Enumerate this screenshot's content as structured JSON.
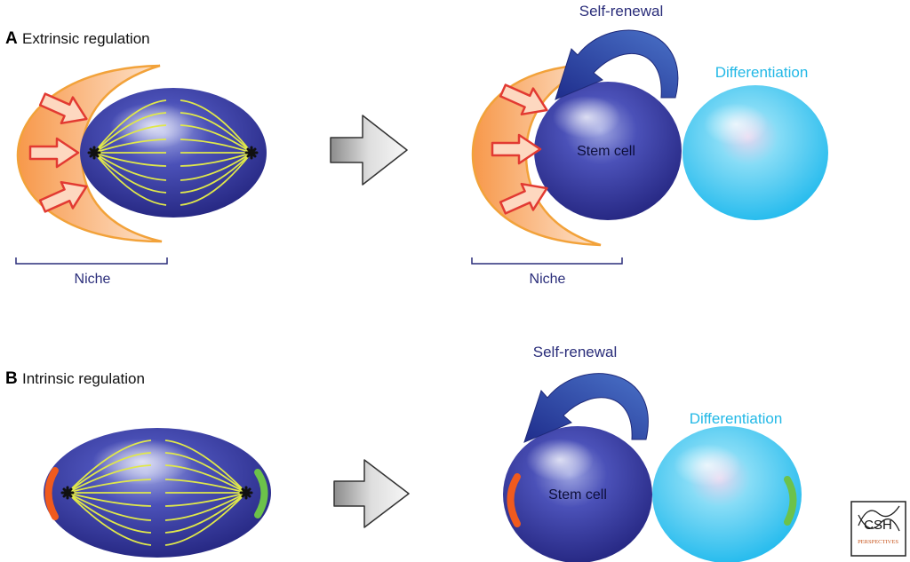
{
  "panel_a": {
    "letter": "A",
    "title": "Extrinsic regulation",
    "niche_label_left": "Niche",
    "niche_label_right": "Niche",
    "self_renewal": "Self-renewal",
    "differentiation": "Differentiation",
    "stem_cell": "Stem cell"
  },
  "panel_b": {
    "letter": "B",
    "title": "Intrinsic regulation",
    "self_renewal": "Self-renewal",
    "differentiation": "Differentiation",
    "stem_cell": "Stem cell"
  },
  "logo": {
    "main": "CSH",
    "sub": "PERSPECTIVES"
  },
  "colors": {
    "stem_cell": "#2a2b8f",
    "differentiated_cell": "#29c3ee",
    "niche": "#f7a25a",
    "signal_arrow": "#e23a32",
    "spindle": "#e0e84a",
    "self_renewal_arrow": "#2c3e99",
    "determinant_orange": "#f05a1e",
    "determinant_green": "#6cc24a",
    "label_navy": "#2a2d7a",
    "label_cyan": "#22b8e6"
  }
}
